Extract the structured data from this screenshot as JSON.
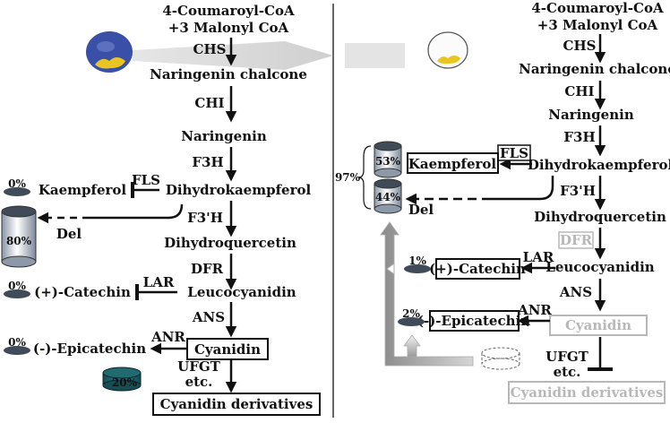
{
  "colors": {
    "ink": "#111111",
    "disabled": "#b8b8b8",
    "divider": "#666666",
    "teal": "#1f6b6e",
    "cylinder_top": "#3f4b58"
  },
  "left": {
    "substrate_line1": "4-Coumaroyl-CoA",
    "substrate_line2": "+3 Malonyl CoA",
    "chs": "CHS",
    "naringenin_chalcone": "Naringenin chalcone",
    "chi": "CHI",
    "naringenin": "Naringenin",
    "f3h": "F3H",
    "dihydrokaempferol": "Dihydrokaempferol",
    "fls": "FLS",
    "kaempferol": "Kaempferol",
    "kaempferol_pct": "0%",
    "del": "Del",
    "del_pct": "80%",
    "f3h_prime": "F3'H",
    "dihydroquercetin": "Dihydroquercetin",
    "dfr": "DFR",
    "lar": "LAR",
    "leucocyanidin": "Leucocyanidin",
    "catechin": "(+)-Catechin",
    "catechin_pct": "0%",
    "ans": "ANS",
    "anr": "ANR",
    "cyanidin": "Cyanidin",
    "epicatechin": "(-)-Epicatechin",
    "epicatechin_pct": "0%",
    "ufgt_line1": "UFGT",
    "ufgt_line2": "etc.",
    "derivatives_pct": "20%",
    "cyanidin_derivatives": "Cyanidin derivatives"
  },
  "right": {
    "substrate_line1": "4-Coumaroyl-CoA",
    "substrate_line2": "+3 Malonyl CoA",
    "chs": "CHS",
    "naringenin_chalcone": "Naringenin chalcone",
    "chi": "CHI",
    "naringenin": "Naringenin",
    "f3h": "F3H",
    "dihydrokaempferol": "Dihydrokaempferol",
    "fls": "FLS",
    "kaempferol": "Kaempferol",
    "kaempferol_pct": "53%",
    "del": "Del",
    "del_pct": "44%",
    "total_pct": "97%",
    "f3h_prime": "F3'H",
    "dihydroquercetin": "Dihydroquercetin",
    "dfr": "DFR",
    "lar": "LAR",
    "leucocyanidin": "Leucocyanidin",
    "catechin": "(+)-Catechin",
    "catechin_pct": "1%",
    "ans": "ANS",
    "anr": "ANR",
    "cyanidin": "Cyanidin",
    "epicatechin": "(-)-Epicatechin",
    "epicatechin_pct": "2%",
    "ufgt_line1": "UFGT",
    "ufgt_line2": "etc.",
    "cyanidin_derivatives": "Cyanidin derivatives"
  }
}
